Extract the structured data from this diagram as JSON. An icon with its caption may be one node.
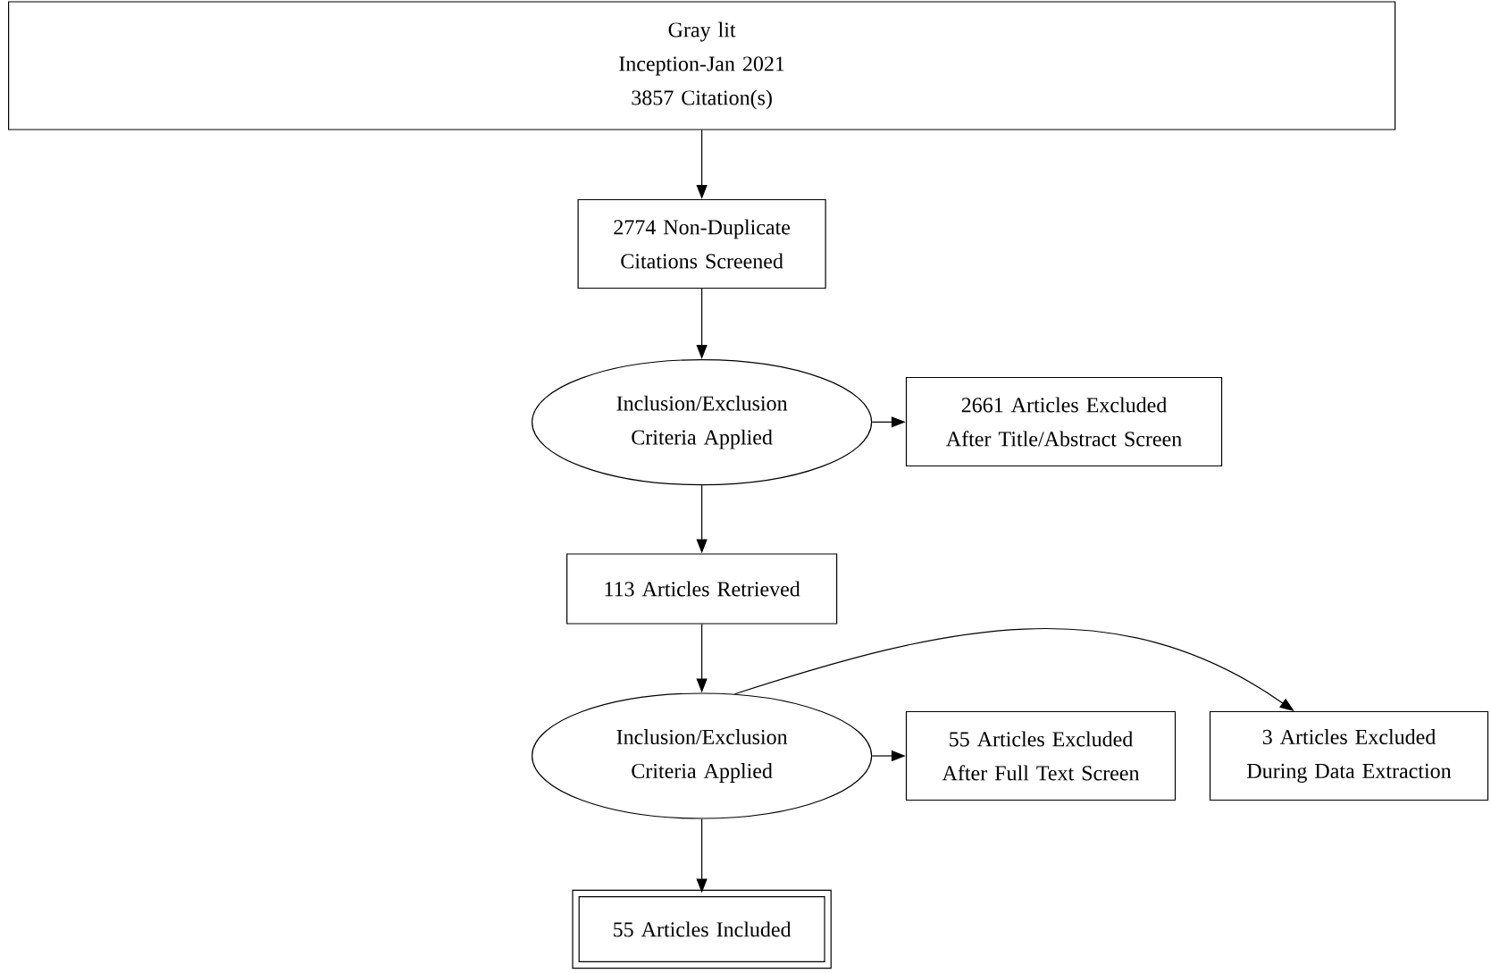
{
  "diagram": {
    "nodes": [
      {
        "text": [
          "Gray lit",
          "Inception-Jan 2021",
          "3857 Citation(s)"
        ]
      },
      {
        "text": [
          "2774 Non-Duplicate Citations Screened"
        ]
      },
      {
        "text": [
          "Inclusion/Exclusion Criteria Applied"
        ]
      },
      {
        "text": [
          "2661 Articles Excluded After Title/Abstract Screen"
        ]
      },
      {
        "text": [
          "113 Articles Retrieved"
        ]
      },
      {
        "text": [
          "Inclusion/Exclusion Criteria Applied"
        ]
      },
      {
        "text": [
          "55 Articles Excluded After Full Text Screen"
        ]
      },
      {
        "text": [
          "3 Articles Excluded During Data Extraction"
        ]
      },
      {
        "text": [
          "55 Articles Included"
        ]
      }
    ],
    "edges": [
      {
        "from": 0,
        "to": 1,
        "arrow": "to"
      },
      {
        "from": 1,
        "to": 2,
        "arrow": "to"
      },
      {
        "from": 2,
        "to": 3,
        "arrow": "to"
      },
      {
        "from": 2,
        "to": 4,
        "arrow": "to"
      },
      {
        "from": 4,
        "to": 5,
        "arrow": "to"
      },
      {
        "from": 5,
        "to": 6,
        "arrow": "to"
      },
      {
        "from": 5,
        "to": 7,
        "arrow": "to"
      },
      {
        "from": 5,
        "to": 8,
        "arrow": "to"
      }
    ]
  }
}
